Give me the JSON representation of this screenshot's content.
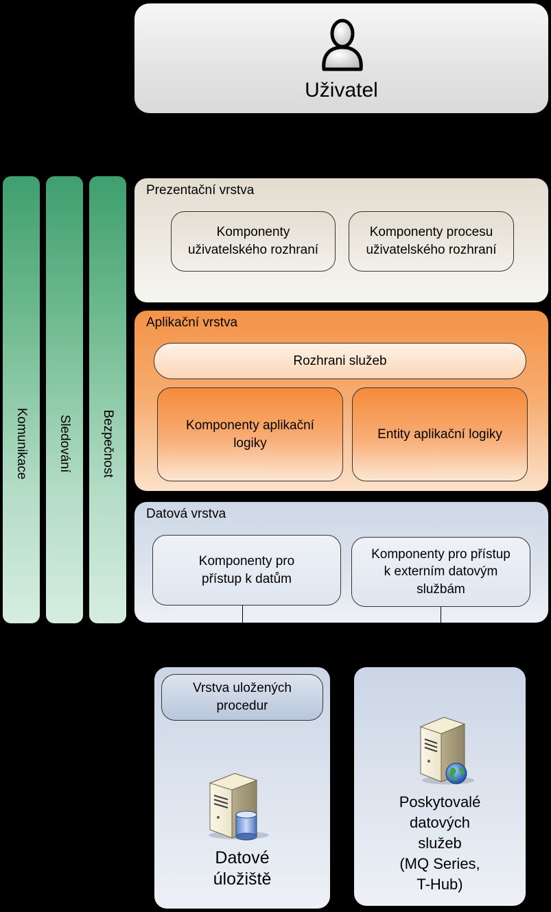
{
  "user": {
    "label": "Uživatel"
  },
  "bars": [
    {
      "label": "Komunikace"
    },
    {
      "label": "Sledování"
    },
    {
      "label": "Bezpečnost"
    }
  ],
  "presentation": {
    "title": "Prezentační vrstva",
    "components": [
      {
        "label": "Komponenty\nuživatelského rozhraní"
      },
      {
        "label": "Komponenty procesu\nuživatelského rozhraní"
      }
    ]
  },
  "application": {
    "title": "Aplikační vrstva",
    "service_interface": "Rozhrani služeb",
    "components": [
      {
        "label": "Komponenty aplikační\nlogiky"
      },
      {
        "label": "Entity aplikační logiky"
      }
    ]
  },
  "data_layer": {
    "title": "Datová vrstva",
    "components": [
      {
        "label": "Komponenty pro\npřístup k datům"
      },
      {
        "label": "Komponenty pro přístup\nk externím datovým\nslužbám"
      }
    ]
  },
  "storage": {
    "procedures": "Vrstva uložených\nprocedur",
    "datastore": "Datové\núložiště",
    "provider": "Poskytovalé\ndatových\nslužeb\n(MQ Series,\nT-Hub)"
  },
  "colors": {
    "bar_green": "#3f9f6e",
    "orange": "#f39347",
    "blue": "#cdd7e6",
    "beige": "#e2ddd0"
  }
}
